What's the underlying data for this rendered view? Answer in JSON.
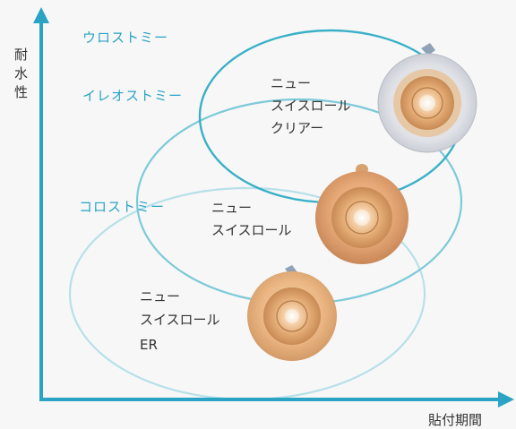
{
  "axes": {
    "y_label": [
      "耐",
      "水",
      "性"
    ],
    "x_label": "貼付期間",
    "axis_color": "#2aa3c4"
  },
  "categories": {
    "urostomy": "ウロストミー",
    "ileostomy": "イレオストミー",
    "colostomy": "コロストミー"
  },
  "products": {
    "clear": [
      "ニュー",
      "スイスロール",
      "クリアー"
    ],
    "standard": [
      "ニュー",
      "スイスロール"
    ],
    "er": [
      "ニュー",
      "スイスロール",
      "ER"
    ]
  },
  "colors": {
    "category_text": "#2aa3c4",
    "ellipse_top": "#3ab0c8",
    "ellipse_mid": "#7ccad8",
    "ellipse_low": "#b7e0e8",
    "label_text": "#333333"
  }
}
